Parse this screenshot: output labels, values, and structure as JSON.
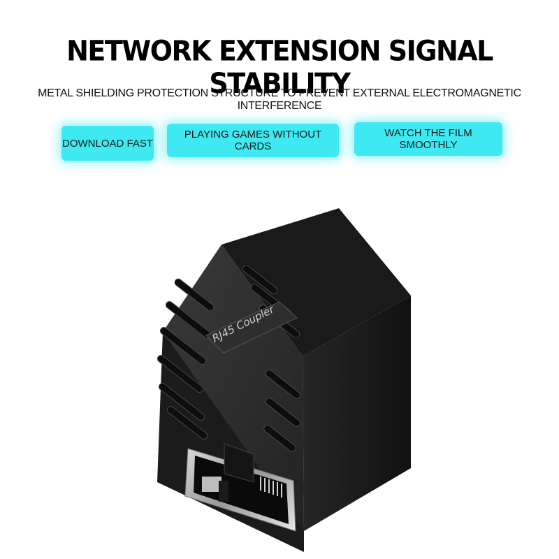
{
  "headline": "NETWORK EXTENSION SIGNAL STABILITY",
  "subheadline": "METAL SHIELDING PROTECTION STRUCTURE TO PREVENT EXTERNAL ELECTROMAGNETIC INTERFERENCE",
  "features": [
    {
      "label": "DOWNLOAD FAST"
    },
    {
      "label": "PLAYING GAMES WITHOUT CARDS"
    },
    {
      "label": "WATCH THE FILM SMOOTHLY"
    }
  ],
  "product": {
    "imprint": "RJ45 Coupler"
  },
  "colors": {
    "feature_background": "#3ee9f1",
    "body": "#1c1c1c",
    "background": "#ffffff"
  }
}
